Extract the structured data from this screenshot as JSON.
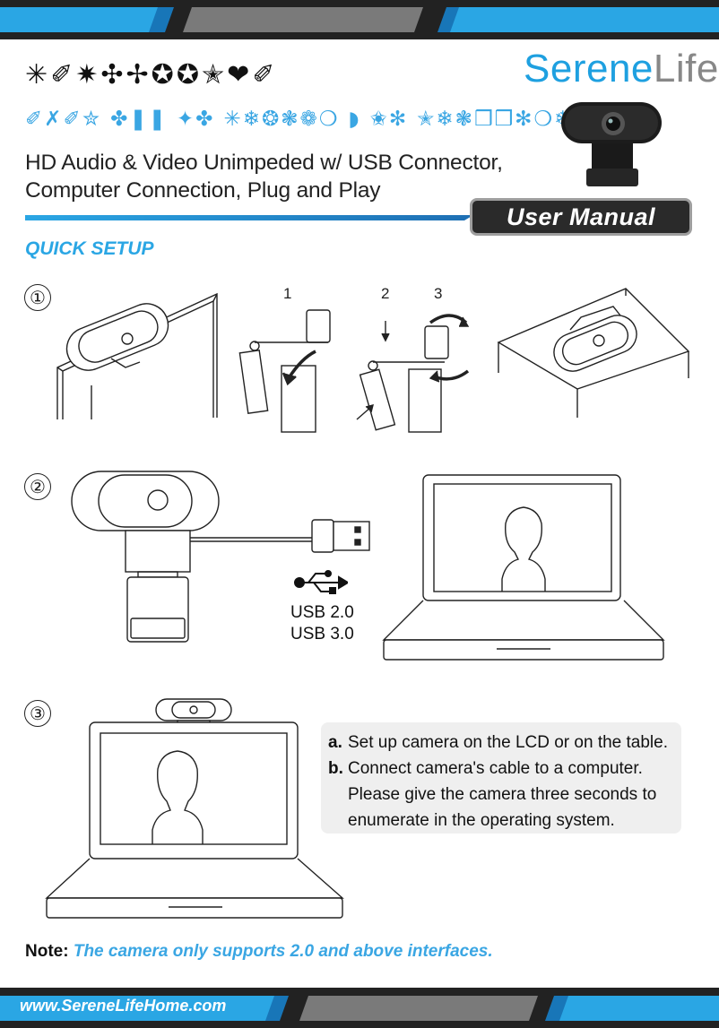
{
  "header": {
    "model_code": "✳✐✷✣✢✪✪✭❤✐",
    "product_code": "✐✗✐✮ ✤❚❚ ✦✤ ✳❄❂❃❁❍ ◗ ✬✻ ✭❄❃❒❒✻❍❄",
    "subtitle_line1": "HD Audio & Video Unimpeded w/ USB Connector,",
    "subtitle_line2": "Computer Connection, Plug and Play",
    "brand_part1": "Serene",
    "brand_part2": "Life",
    "badge": "User Manual"
  },
  "section_title": "QUICK SETUP",
  "steps": {
    "step1": "①",
    "step2": "②",
    "step3": "③",
    "step1_substeps": [
      "1",
      "2",
      "3"
    ]
  },
  "usb": {
    "line1": "USB 2.0",
    "line2": "USB 3.0"
  },
  "instructions": [
    {
      "letter": "a.",
      "text": "Set up camera on the LCD or on the table."
    },
    {
      "letter": "b.",
      "text": "Connect camera's cable to a computer. Please give the camera three seconds to enumerate in the operating system."
    }
  ],
  "note": {
    "label": "Note:",
    "text": "The camera only supports 2.0 and above interfaces."
  },
  "footer": {
    "website": "www.SereneLifeHome.com"
  },
  "colors": {
    "accent_blue": "#2aa6e4",
    "dark_band": "#1f1f1f"
  }
}
